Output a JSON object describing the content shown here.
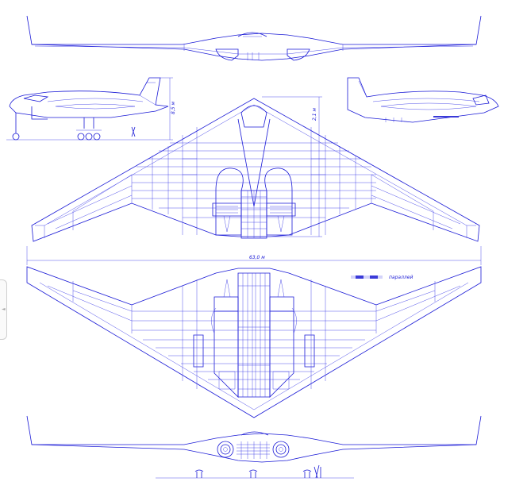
{
  "drawing": {
    "line_color": "#1a1ad6",
    "background": "#ffffff",
    "dimensions": {
      "side_height": "8,5 м",
      "front_height": "2,1 м",
      "wingspan": "63,0 м"
    },
    "legend": {
      "label": "параллей"
    }
  },
  "ui": {
    "side_tab_icon": "chevron-left-icon"
  }
}
